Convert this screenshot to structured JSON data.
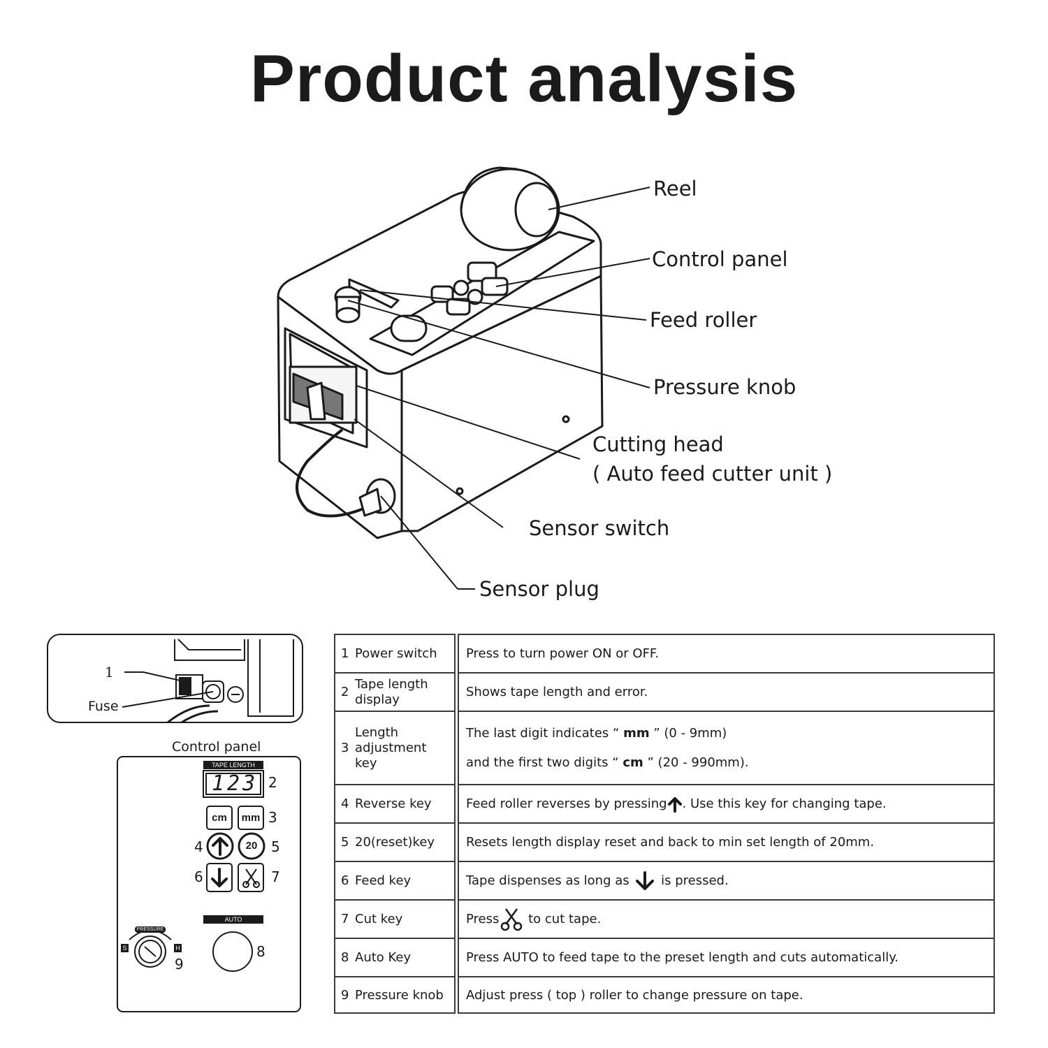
{
  "title": "Product analysis",
  "callouts": {
    "reel": "Reel",
    "control_panel": "Control panel",
    "feed_roller": "Feed roller",
    "pressure_knob": "Pressure knob",
    "cutting_head": "Cutting head",
    "cutting_head_sub": "( Auto feed cutter unit )",
    "sensor_switch": "Sensor switch",
    "sensor_plug": "Sensor plug"
  },
  "inset": {
    "number_1": "1",
    "fuse_label": "Fuse"
  },
  "control_panel": {
    "label": "Control panel",
    "tape_length_tag": "TAPE LENGTH",
    "display_value": "123",
    "key_cm": "cm",
    "key_mm": "mm",
    "key_20": "20",
    "pressure_tag": "PRESSURE",
    "pressure_s": "S",
    "pressure_h": "H",
    "auto_tag": "AUTO",
    "n2": "2",
    "n3": "3",
    "n4": "4",
    "n5": "5",
    "n6": "6",
    "n7": "7",
    "n8": "8",
    "n9": "9"
  },
  "table": {
    "rows": [
      {
        "num": "1",
        "name": "Power switch",
        "desc": "Press to turn power ON or OFF."
      },
      {
        "num": "2",
        "name": "Tape length display",
        "desc": "Shows tape length and error."
      },
      {
        "num": "3",
        "name": "Length adjustment key",
        "desc_a_pre": "The last digit indicates “",
        "desc_a_bold": "mm",
        "desc_a_post": "” (0 - 9mm)",
        "desc_b_pre": "and the first two digits “",
        "desc_b_bold": "cm",
        "desc_b_post": "” (20 - 990mm)."
      },
      {
        "num": "4",
        "name": "Reverse key",
        "desc_pre": "Feed roller reverses by pressing",
        "desc_post": ". Use this key for changing tape."
      },
      {
        "num": "5",
        "name": "20(reset)key",
        "desc": "Resets length display reset and back to min set length of 20mm."
      },
      {
        "num": "6",
        "name": "Feed key",
        "desc_pre": "Tape dispenses as long as",
        "desc_post": "is pressed."
      },
      {
        "num": "7",
        "name": "Cut key",
        "desc_pre": "Press",
        "desc_post": "to cut tape."
      },
      {
        "num": "8",
        "name": "Auto Key",
        "desc": "Press AUTO to feed tape to the preset length and cuts automatically."
      },
      {
        "num": "9",
        "name": "Pressure knob",
        "desc": "Adjust press ( top ) roller to change pressure on tape."
      }
    ]
  },
  "icons": [
    "up-arrow-icon",
    "down-arrow-icon",
    "scissors-icon",
    "knob-icon"
  ]
}
